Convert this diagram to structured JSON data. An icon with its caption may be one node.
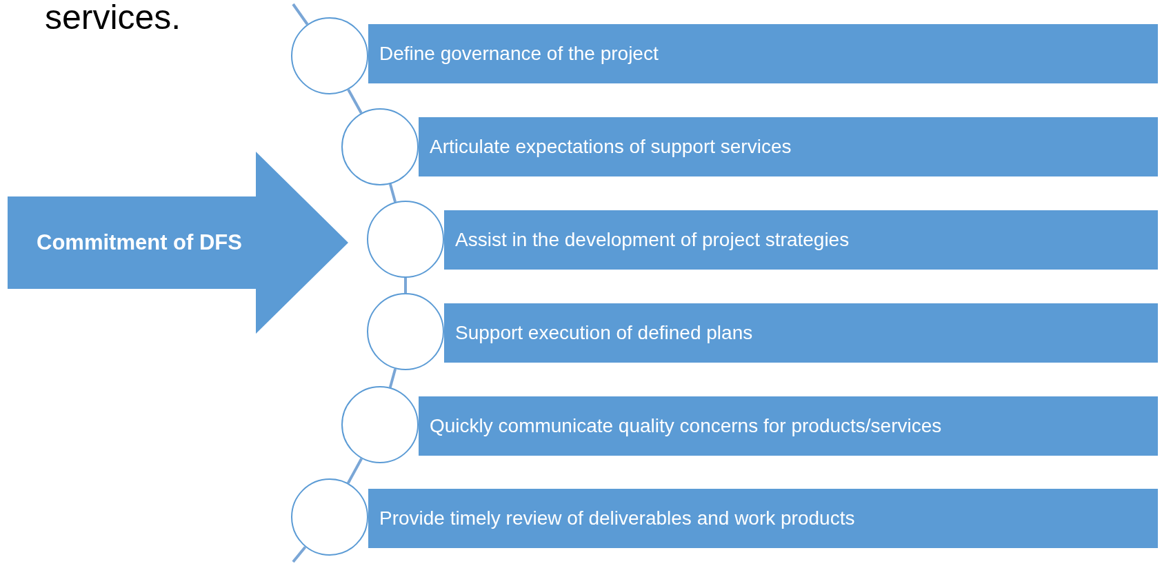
{
  "diagram": {
    "nodes": [
      {
        "text": [
          "Commitment of DFS"
        ]
      },
      {
        "text": [],
        "shape": "circle"
      },
      {
        "text": [
          "Define governance of the project"
        ]
      },
      {
        "text": [],
        "shape": "circle"
      },
      {
        "text": [
          "Articulate expectations of support services"
        ]
      },
      {
        "text": [],
        "shape": "circle"
      },
      {
        "text": [
          "Assist in the development of project strategies"
        ]
      },
      {
        "text": [],
        "shape": "circle"
      },
      {
        "text": [
          "Support execution of defined plans"
        ]
      },
      {
        "text": [],
        "shape": "circle"
      },
      {
        "text": [
          "Quickly communicate quality concerns for products/services"
        ]
      },
      {
        "text": [],
        "shape": "circle"
      },
      {
        "text": [
          "Provide timely review of deliverables and work products"
        ]
      }
    ],
    "edges": [
      {
        "from": null,
        "to": 1,
        "arrow": "none"
      },
      {
        "from": 1,
        "to": 3,
        "arrow": "none"
      },
      {
        "from": 3,
        "to": 5,
        "arrow": "none"
      },
      {
        "from": 5,
        "to": 7,
        "arrow": "none"
      },
      {
        "from": 7,
        "to": 9,
        "arrow": "none"
      },
      {
        "from": 9,
        "to": 11,
        "arrow": "none"
      },
      {
        "from": 11,
        "to": null,
        "arrow": "none"
      }
    ],
    "labels": [
      "services."
    ]
  }
}
